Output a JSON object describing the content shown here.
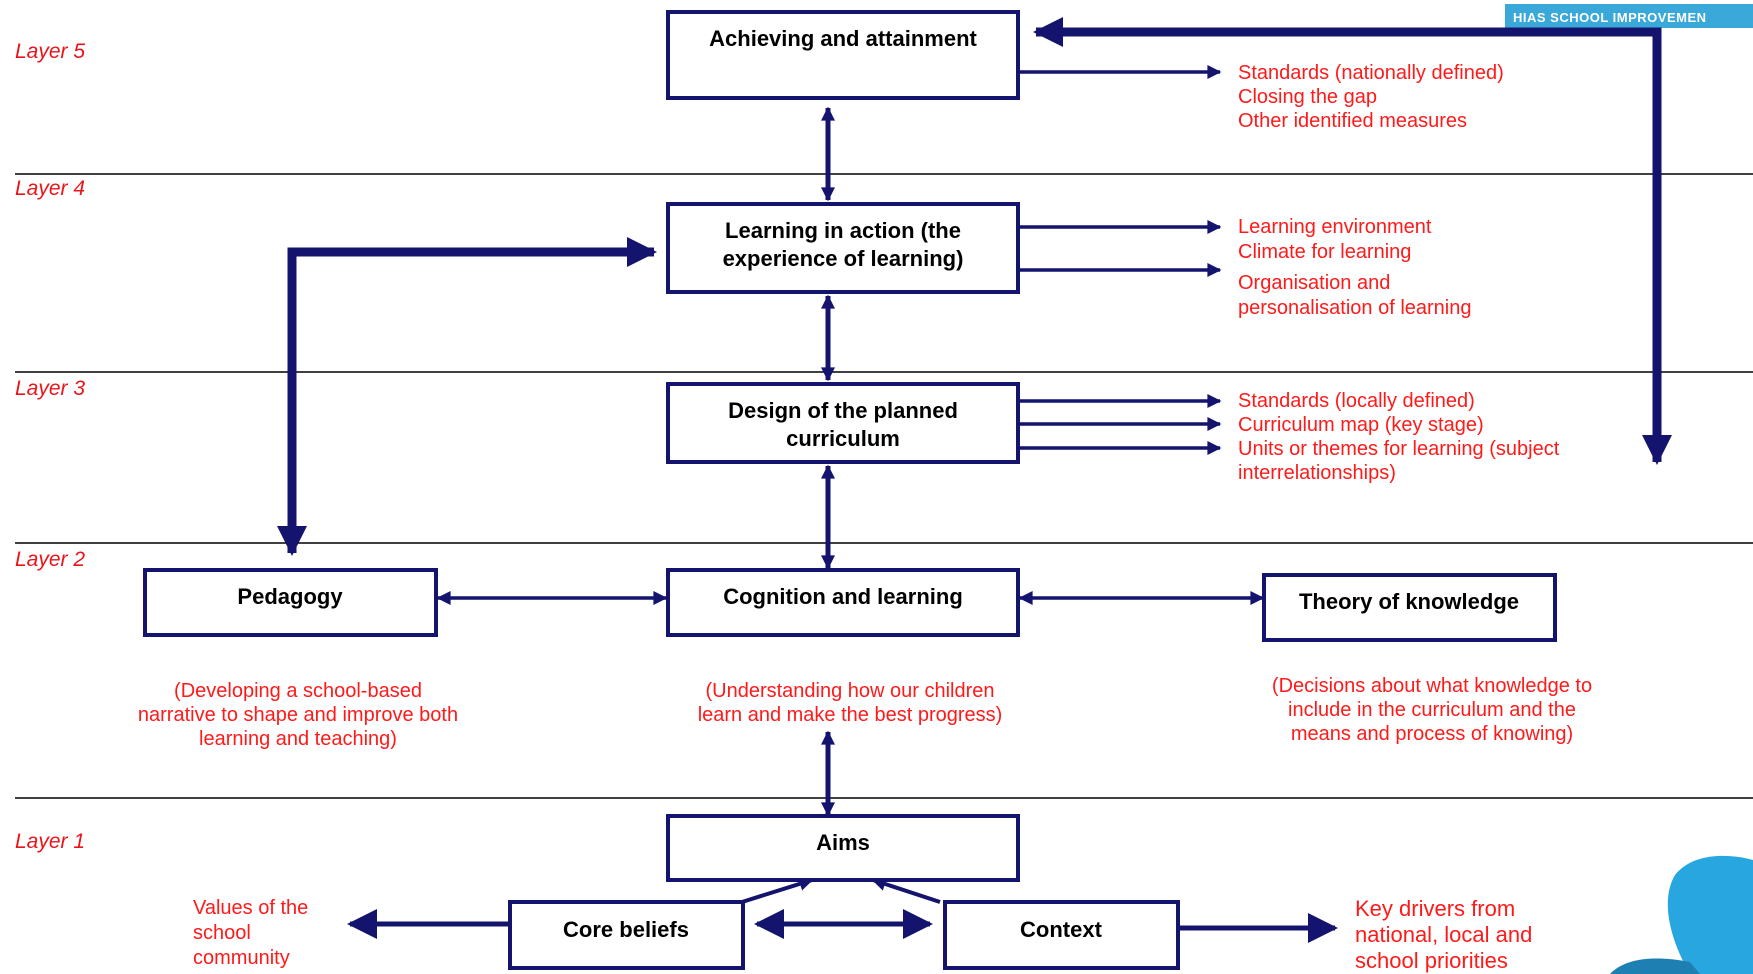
{
  "banner": {
    "text": "HIAS SCHOOL IMPROVEMEN"
  },
  "layers": [
    "Layer 5",
    "Layer 4",
    "Layer 3",
    "Layer 2",
    "Layer 1"
  ],
  "boxes": {
    "achieving": "Achieving and attainment",
    "learning_action": [
      "Learning in action (the",
      "experience of learning)"
    ],
    "design": [
      "Design of the planned",
      "curriculum"
    ],
    "pedagogy": "Pedagogy",
    "cognition": "Cognition and learning",
    "theory": "Theory of knowledge",
    "aims": "Aims",
    "core_beliefs": "Core beliefs",
    "context": "Context"
  },
  "notes": {
    "layer5": [
      "Standards (nationally defined)",
      "Closing the gap",
      "Other identified measures"
    ],
    "layer4": [
      "Learning environment",
      "Climate for learning",
      "Organisation and",
      "personalisation of learning"
    ],
    "layer3": [
      "Standards (locally defined)",
      "Curriculum map (key stage)",
      "Units or themes for learning (subject",
      "interrelationships)"
    ],
    "pedagogy": [
      "(Developing a school-based",
      "narrative to shape and improve both",
      "learning and teaching)"
    ],
    "cognition": [
      "(Understanding how our children",
      "learn and make the best progress)"
    ],
    "theory": [
      "(Decisions about what knowledge to",
      "include in the curriculum and the",
      "means and process of knowing)"
    ],
    "values": [
      "Values of the",
      "school",
      "community"
    ],
    "drivers": [
      "Key drivers from",
      "national, local and",
      "school priorities"
    ]
  },
  "colors": {
    "navy": "#14146e",
    "red": "#ff1a1a",
    "banner": "#3aa8d8",
    "blob": "#27a6e0"
  }
}
